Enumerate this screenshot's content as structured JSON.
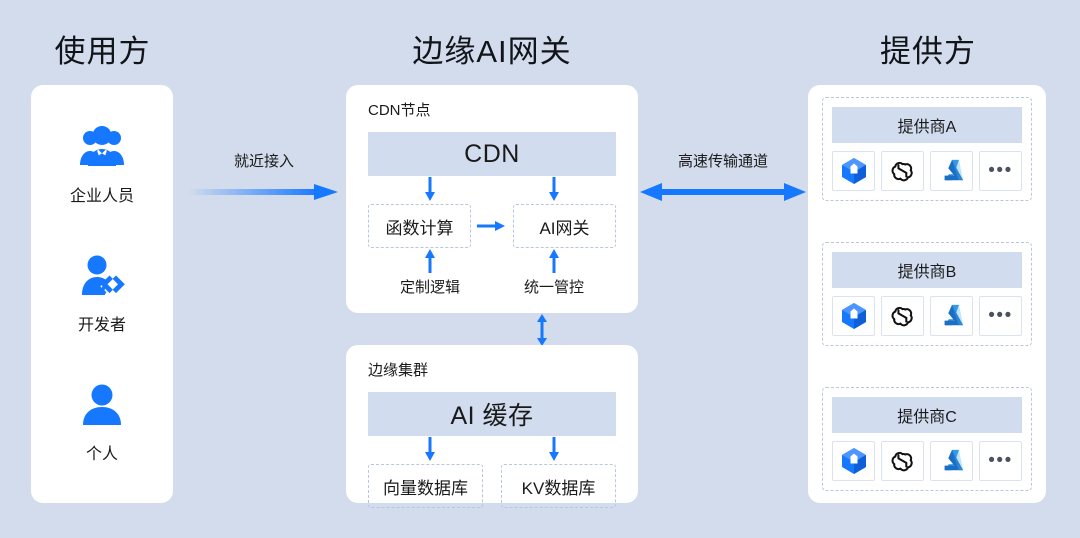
{
  "background_color": "#d3dced",
  "accent_color": "#1677ff",
  "band_color": "#d1dcef",
  "columns": {
    "consumer_title": "使用方",
    "gateway_title": "边缘AI网关",
    "provider_title": "提供方"
  },
  "consumers": [
    {
      "label": "企业人员",
      "icon": "enterprise-users-icon"
    },
    {
      "label": "开发者",
      "icon": "developer-icon"
    },
    {
      "label": "个人",
      "icon": "individual-user-icon"
    }
  ],
  "flows": [
    {
      "id": "access",
      "label": "就近接入",
      "direction": "right",
      "style": "gradient"
    },
    {
      "id": "transit",
      "label": "高速传输通道",
      "direction": "both",
      "style": "solid"
    }
  ],
  "cdn_panel": {
    "caption": "CDN节点",
    "band": "CDN",
    "left_box": "函数计算",
    "right_box": "AI网关",
    "left_sub_label": "定制逻辑",
    "right_sub_label": "统一管控",
    "middle_connector": "→"
  },
  "edge_panel": {
    "caption": "边缘集群",
    "band": "AI 缓存",
    "left_box": "向量数据库",
    "right_box": "KV数据库"
  },
  "panel_link": {
    "direction": "both"
  },
  "providers": [
    {
      "name": "提供商A",
      "logos": [
        "qwen-cube-logo",
        "openai-logo",
        "azure-logo",
        "more-dots"
      ],
      "more_label": "•••"
    },
    {
      "name": "提供商B",
      "logos": [
        "qwen-cube-logo",
        "openai-logo",
        "azure-logo",
        "more-dots"
      ],
      "more_label": "•••"
    },
    {
      "name": "提供商C",
      "logos": [
        "qwen-cube-logo",
        "openai-logo",
        "azure-logo",
        "more-dots"
      ],
      "more_label": "•••"
    }
  ]
}
